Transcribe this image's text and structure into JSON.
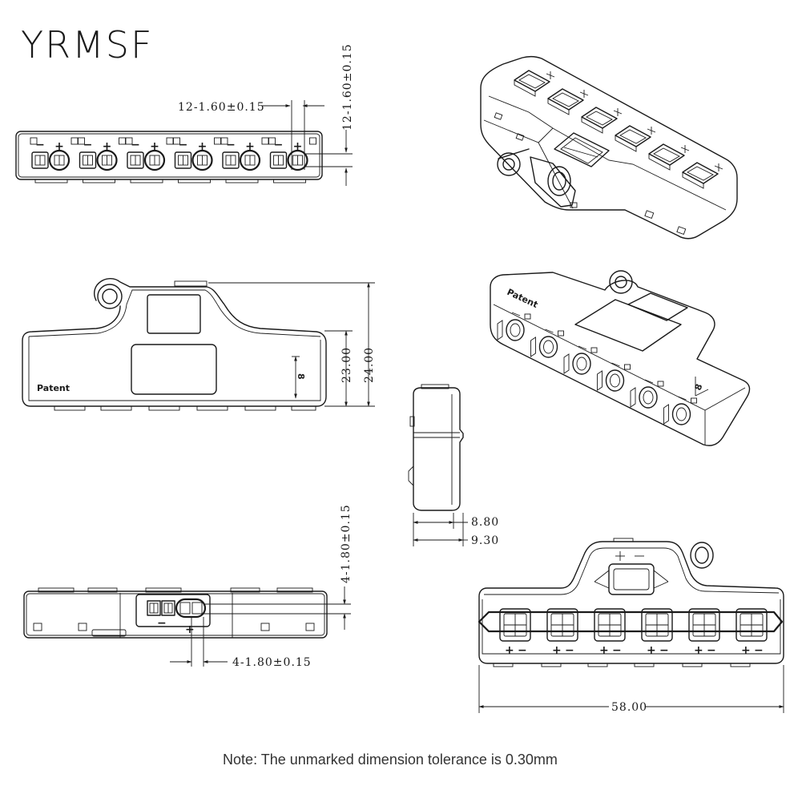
{
  "brand": {
    "logo_text": "YRMSF"
  },
  "note": "Note: The unmarked dimension tolerance is 0.30mm",
  "labels": {
    "patent": "Patent",
    "plus": "+",
    "minus": "−",
    "eight": "8"
  },
  "dimensions": {
    "top_pitch": "12-1.60±0.15",
    "top_height": "12-1.60±0.15",
    "height_23": "23.00",
    "height_24": "24.00",
    "depth_880": "8.80",
    "depth_930": "9.30",
    "side_height": "4-1.80±0.15",
    "side_pitch": "4-1.80±0.15",
    "width_58": "58.00"
  }
}
